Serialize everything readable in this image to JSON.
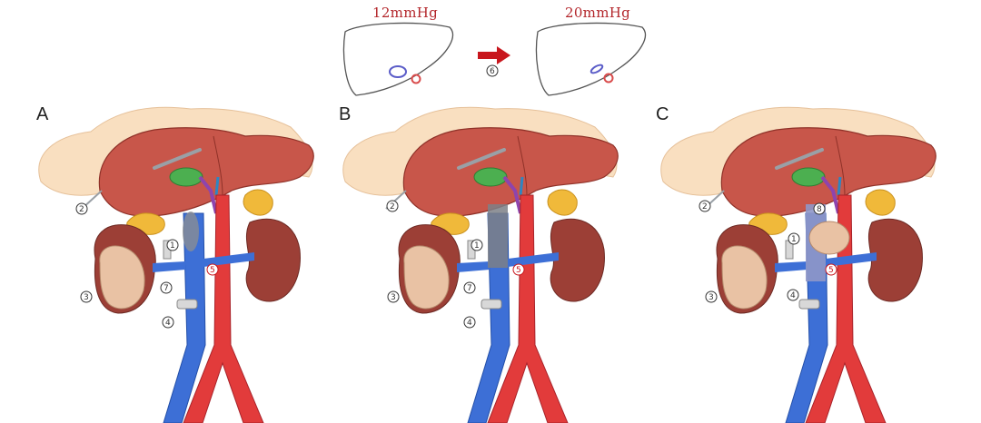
{
  "panels": [
    {
      "letter": "A",
      "labels": [
        "1",
        "2",
        "3",
        "4",
        "5",
        "7"
      ]
    },
    {
      "letter": "B",
      "labels": [
        "1",
        "2",
        "3",
        "4",
        "5",
        "7"
      ]
    },
    {
      "letter": "C",
      "labels": [
        "1",
        "2",
        "3",
        "4",
        "5",
        "8"
      ]
    }
  ],
  "pressure": {
    "before": "12mmHg",
    "after": "20mmHg",
    "arrow_label": "6"
  },
  "colors": {
    "liver": "#c8564a",
    "omentum": "#f9dfc0",
    "kidney": "#9c3f36",
    "adrenal": "#f0b93a",
    "aorta": "#e23b3b",
    "ivc": "#3d6fd6",
    "tumor": "#e9c2a4",
    "gallbladder": "#4caf50",
    "bile": "#8e44ad",
    "pressure_text": "#b3262b",
    "arrow": "#c8161d"
  }
}
